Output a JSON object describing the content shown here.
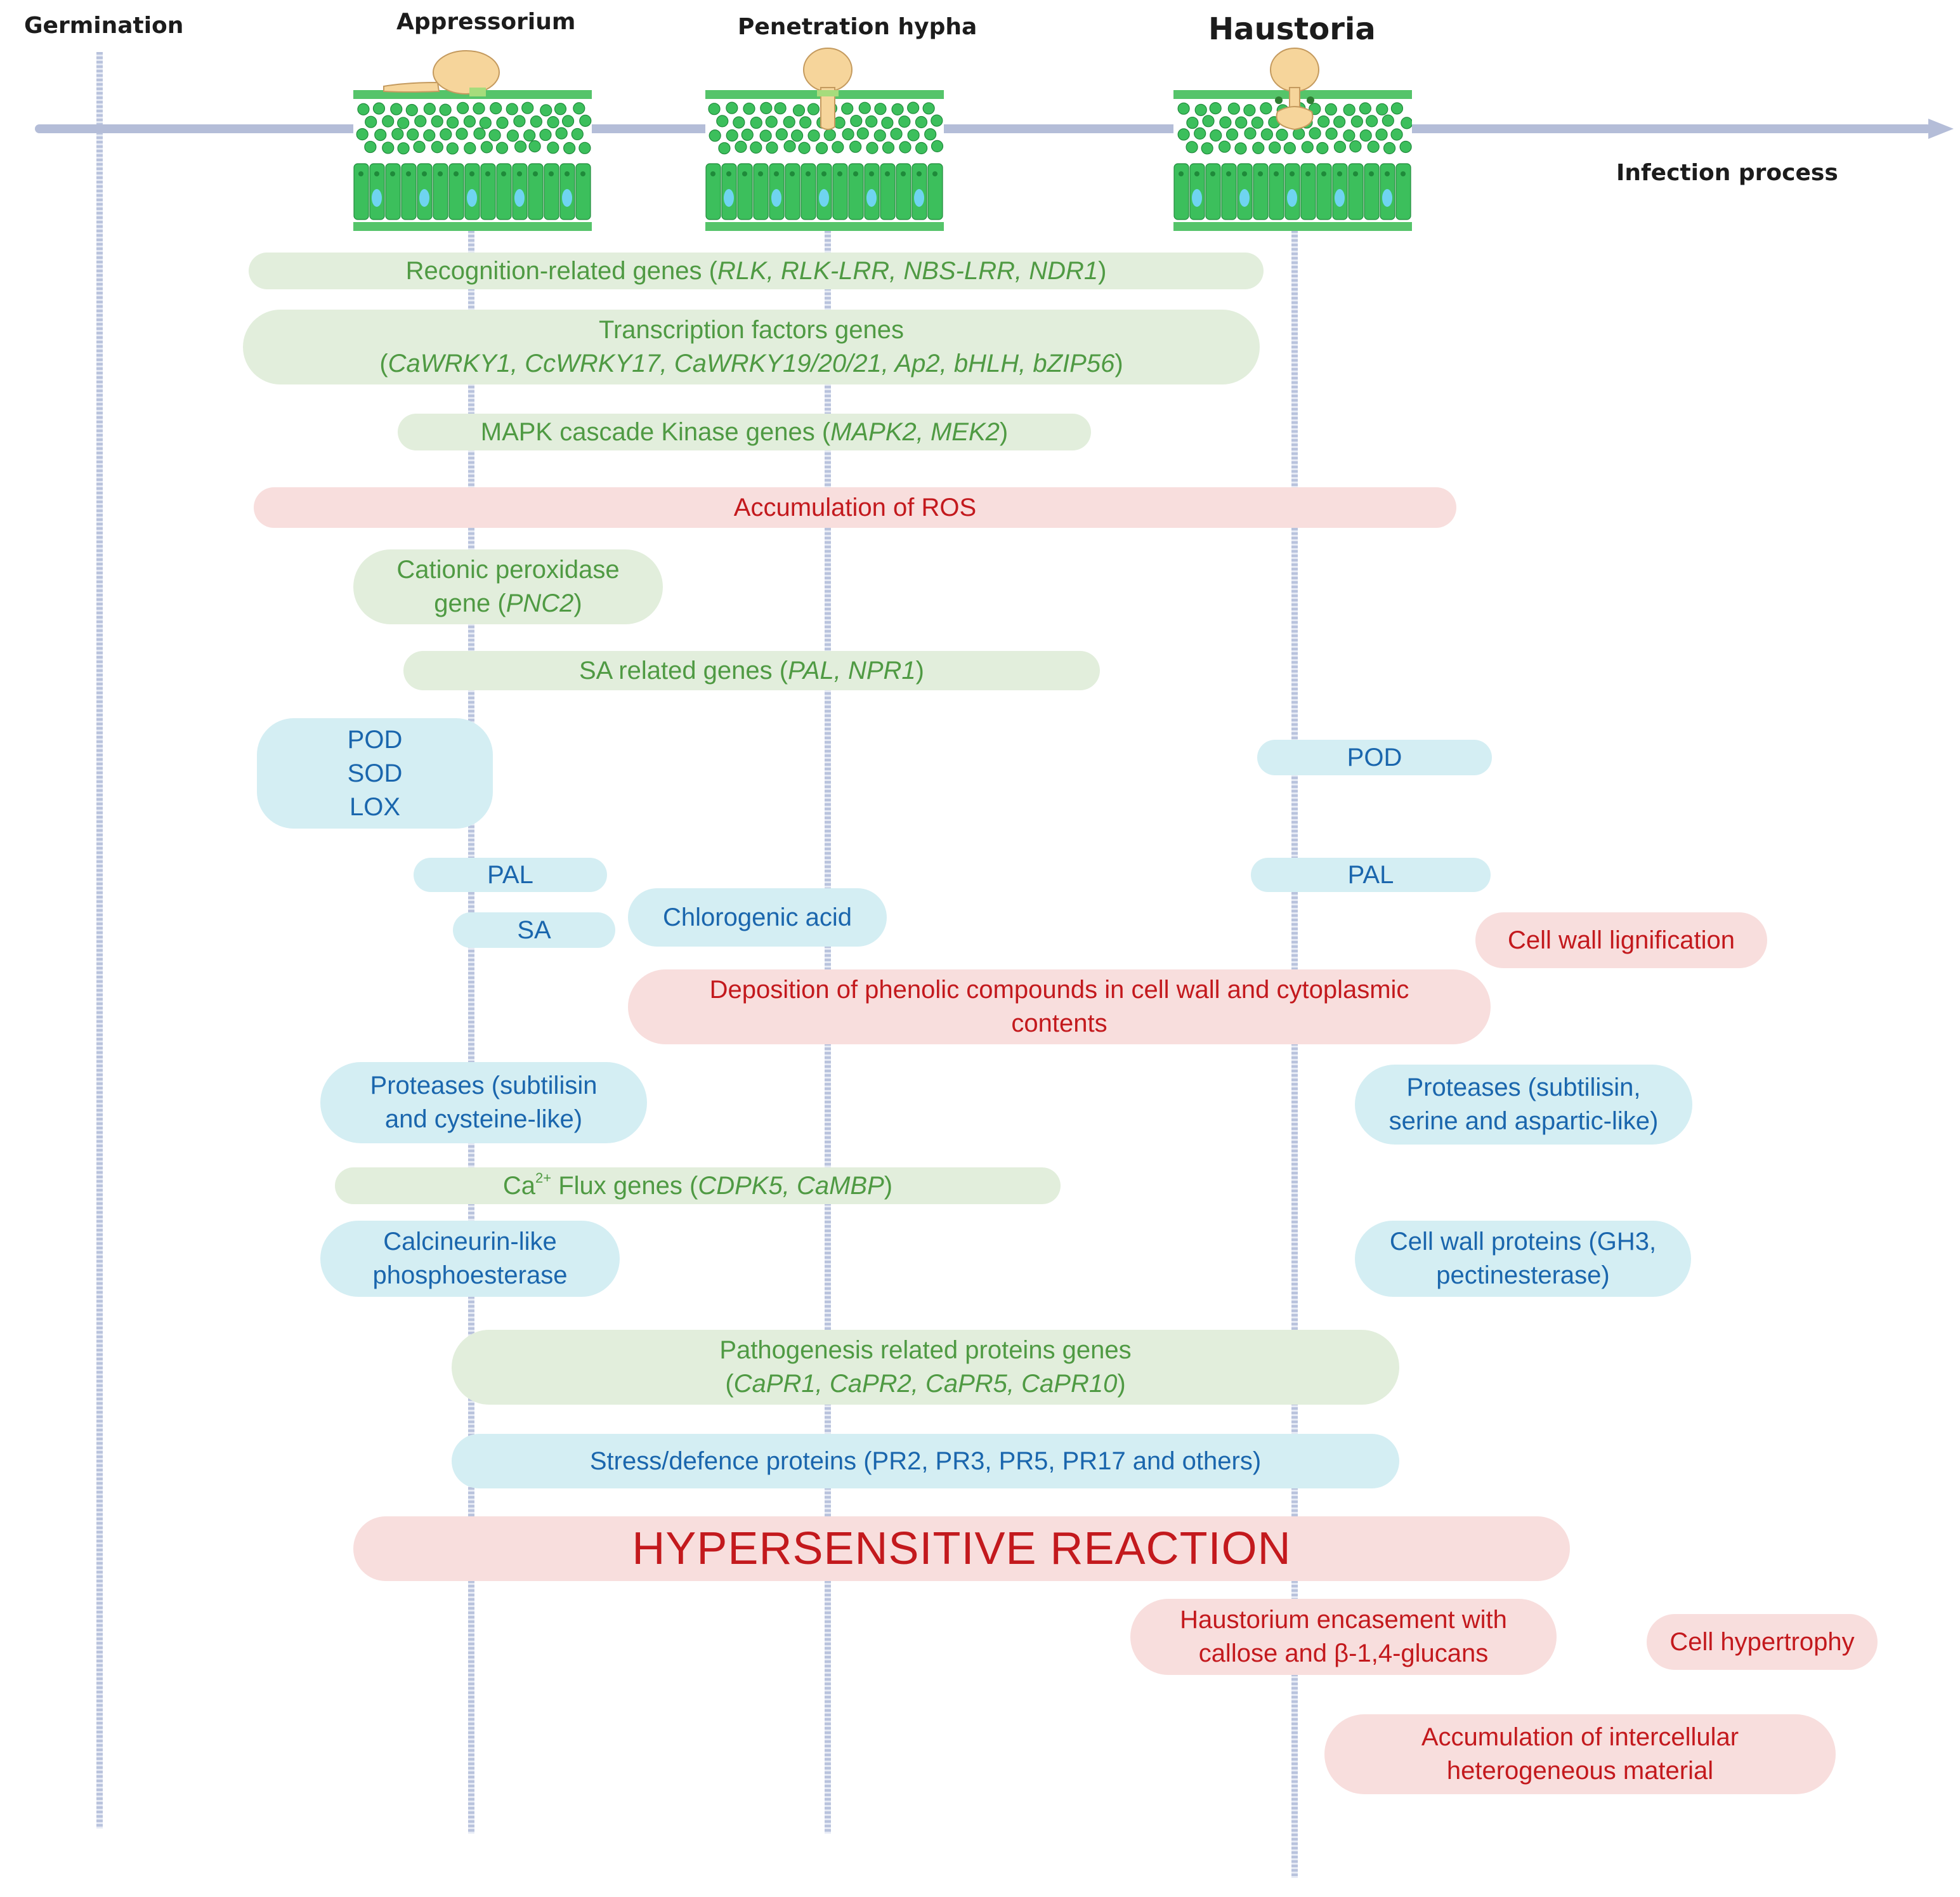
{
  "timeline": {
    "stages": [
      {
        "name": "Germination"
      },
      {
        "name": "Appressorium"
      },
      {
        "name": "Penetration hypha"
      },
      {
        "name": "Haustoria"
      }
    ],
    "axis_label": "Infection process"
  },
  "boxes": {
    "recognition": {
      "prefix": "Recognition-related genes (",
      "genes": "RLK,  RLK-LRR, NBS-LRR, NDR1",
      "suffix": ")",
      "color": "green"
    },
    "transcription": {
      "line1": "Transcription factors genes",
      "prefix": "(",
      "genes": "CaWRKY1, CcWRKY17, CaWRKY19/20/21, Ap2, bHLH, bZIP56",
      "suffix": ")",
      "color": "green"
    },
    "mapk": {
      "prefix": "MAPK cascade Kinase genes (",
      "genes": "MAPK2, MEK2",
      "suffix": ")",
      "color": "green"
    },
    "ros": {
      "text": "Accumulation of ROS",
      "color": "red"
    },
    "cationic": {
      "line1": "Cationic peroxidase",
      "prefix": "gene (",
      "genes": "PNC2",
      "suffix": ")",
      "color": "green"
    },
    "sa_genes": {
      "prefix": "SA related genes (",
      "genes": "PAL, NPR1",
      "suffix": ")",
      "color": "green"
    },
    "pod_sod_lox": {
      "lines": [
        "POD",
        "SOD",
        "LOX"
      ],
      "color": "blue"
    },
    "pod_right": {
      "text": "POD",
      "color": "blue"
    },
    "pal_left": {
      "text": "PAL",
      "color": "blue"
    },
    "pal_right": {
      "text": "PAL",
      "color": "blue"
    },
    "sa": {
      "text": "SA",
      "color": "blue"
    },
    "chlorogenic": {
      "text": "Chlorogenic acid",
      "color": "blue"
    },
    "lignification": {
      "text": "Cell wall lignification",
      "color": "red"
    },
    "phenolic": {
      "lines": [
        "Deposition of phenolic compounds in cell wall and cytoplasmic",
        "contents"
      ],
      "color": "red"
    },
    "proteases_left": {
      "lines": [
        "Proteases (subtilisin",
        "and cysteine-like)"
      ],
      "color": "blue"
    },
    "proteases_right": {
      "lines": [
        "Proteases (subtilisin,",
        "serine and aspartic-like)"
      ],
      "color": "blue"
    },
    "ca_flux": {
      "prefix_a": "Ca",
      "sup": "2+",
      "prefix_b": " Flux genes (",
      "genes": "CDPK5, CaMBP",
      "suffix": ")",
      "color": "green"
    },
    "calcineurin": {
      "lines": [
        "Calcineurin-like",
        "phosphoesterase"
      ],
      "color": "blue"
    },
    "cell_wall_proteins": {
      "lines": [
        "Cell wall proteins (GH3,",
        "pectinesterase)"
      ],
      "color": "blue"
    },
    "pathogenesis": {
      "line1": "Pathogenesis related proteins genes",
      "prefix": "(",
      "genes": "CaPR1, CaPR2, CaPR5, CaPR10",
      "suffix": ")",
      "color": "green"
    },
    "stress": {
      "text": "Stress/defence proteins (PR2, PR3, PR5, PR17 and others)",
      "color": "blue"
    },
    "hypersensitive": {
      "text": "HYPERSENSITIVE REACTION",
      "color": "red"
    },
    "haustorium": {
      "lines": [
        "Haustorium encasement with",
        "callose and β-1,4-glucans"
      ],
      "color": "red"
    },
    "hypertrophy": {
      "text": "Cell hypertrophy",
      "color": "red"
    },
    "intercellular": {
      "lines": [
        "Accumulation of intercellular",
        "heterogeneous material"
      ],
      "color": "red"
    }
  },
  "colors": {
    "green_fill": "#e2eedc",
    "green_text": "#4f9a43",
    "red_fill": "#f8dedd",
    "red_text": "#c3191d",
    "blue_fill": "#d4eef3",
    "blue_text": "#1a66ad",
    "axis": "#b4bdd8",
    "leaf_tissue": "#3cbf5c",
    "fungus": "#f6d59b"
  }
}
